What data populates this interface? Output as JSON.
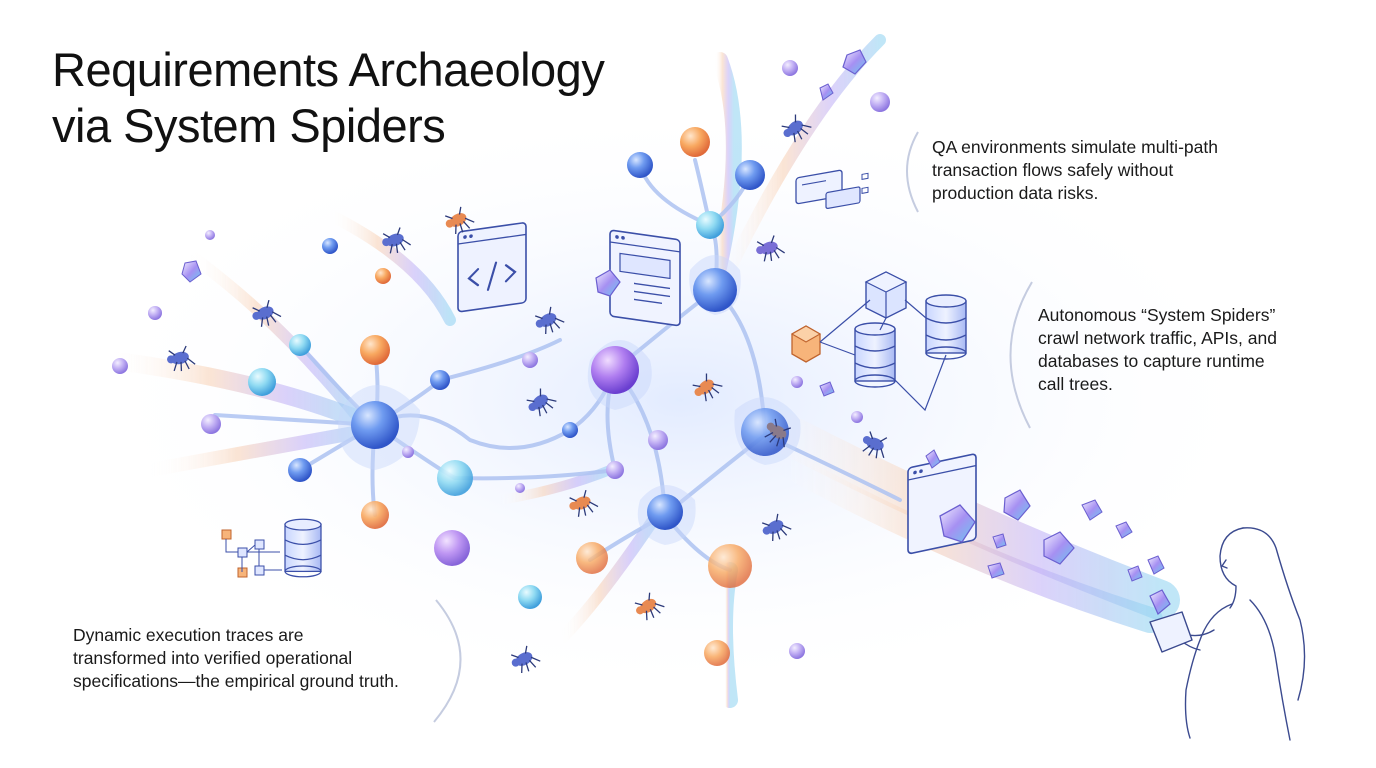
{
  "title": {
    "line1": "Requirements Archaeology",
    "line2": "via System Spiders"
  },
  "callouts": {
    "qa": {
      "lines": [
        "QA environments simulate multi-path",
        "transaction flows safely without",
        "production data risks."
      ]
    },
    "spiders": {
      "lines": [
        "Autonomous “System Spiders”",
        "crawl network traffic, APIs, and",
        "databases to capture runtime",
        "call trees."
      ]
    },
    "traces": {
      "lines": [
        "Dynamic execution traces are",
        "transformed into verified operational",
        "specifications—the empirical ground truth."
      ]
    }
  },
  "icons": {
    "code_window": "code-window-icon",
    "browser_window": "browser-window-icon",
    "database": "database-icon",
    "cube": "cube-icon",
    "spider": "spider-icon",
    "crystal": "crystal-icon",
    "person": "person-holding-tablet-icon"
  },
  "colors": {
    "text": "#111111",
    "node_blue": "#4a7de0",
    "node_purple": "#a46ae6",
    "node_orange": "#f5a05a",
    "node_cyan": "#7fd0ee",
    "web_strand": "#b8ccf5",
    "crystal_violet": "#8b7cf0",
    "spider_orange": "#e88a52",
    "spider_blue": "#5468c9"
  }
}
